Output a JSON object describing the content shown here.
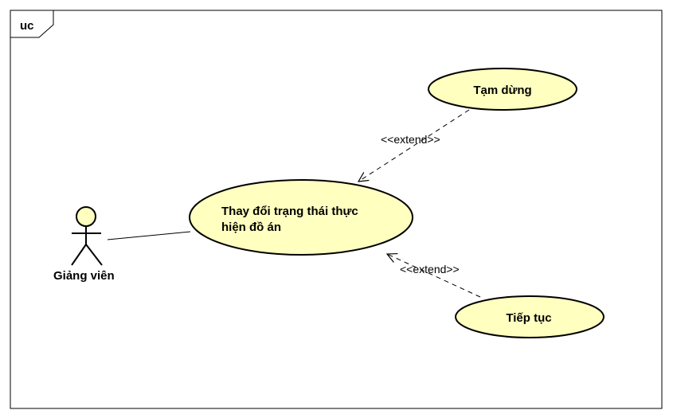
{
  "diagram": {
    "frame_label": "uc",
    "actor": {
      "name": "Giảng viên"
    },
    "use_cases": {
      "main": {
        "line1": "Thay đổi trạng thái thực",
        "line2": "hiện đồ án"
      },
      "pause": {
        "label": "Tạm dừng"
      },
      "resume": {
        "label": "Tiếp tục"
      }
    },
    "relationships": {
      "pause_extend": "<<extend>>",
      "resume_extend": "<<extend>>"
    }
  },
  "colors": {
    "use_case_fill": "#ffffc0",
    "line": "#000000",
    "background": "#ffffff"
  }
}
